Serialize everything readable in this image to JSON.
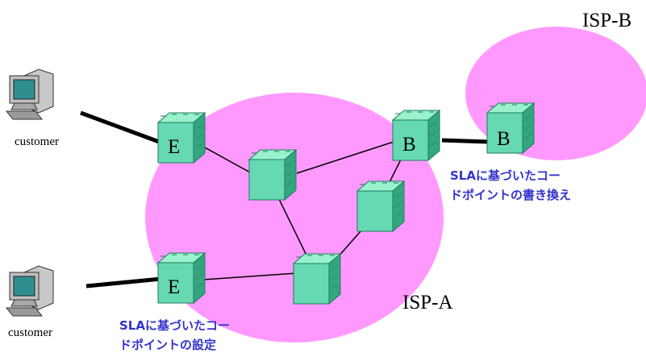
{
  "isp_labels": {
    "isp_a": "ISP-A",
    "isp_b": "ISP-B"
  },
  "customers": [
    {
      "label": "customer"
    },
    {
      "label": "customer"
    }
  ],
  "routers": {
    "edge_top": "E",
    "edge_bottom": "E",
    "border_a": "B",
    "border_b": "B"
  },
  "notes": {
    "border": {
      "line1": "SLAに基づいたコー",
      "line2": "ドポイントの書き換え"
    },
    "edge": {
      "line1": "SLAに基づいたコー",
      "line2": "ドポイントの設定"
    }
  },
  "colors": {
    "isp_cloud": "#ff99ff",
    "router_face": "#66d9b3",
    "router_top": "#99f2cc",
    "router_side": "#33a680",
    "note_text": "#3333cc"
  }
}
